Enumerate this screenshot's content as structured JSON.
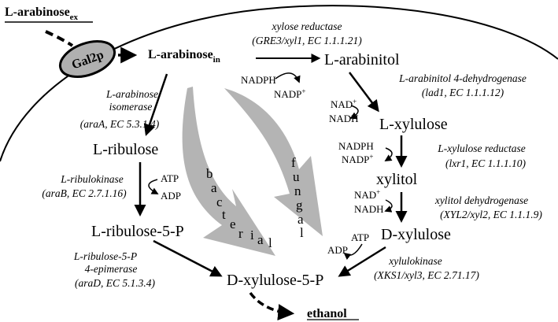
{
  "molecules": {
    "arabinose_ex": "L-arabinose",
    "arabinose_ex_sub": "ex",
    "arabinose_in": "L-arabinose",
    "arabinose_in_sub": "in",
    "ribulose": "L-ribulose",
    "ribulose5p": "L-ribulose-5-P",
    "xylulose5p": "D-xylulose-5-P",
    "arabinitol": "L-arabinitol",
    "l_xylulose": "L-xylulose",
    "xylitol": "xylitol",
    "d_xylulose": "D-xylulose",
    "ethanol": "ethanol"
  },
  "transporter": "Gal2p",
  "bacterial_enzymes": {
    "isomerase_name_1": "L-arabinose",
    "isomerase_name_2": "isomerase",
    "isomerase_code": "(araA, EC 5.3.1.4)",
    "kinase_name": "L-ribulokinase",
    "kinase_code": "(araB, EC 2.7.1.16)",
    "epimerase_name_1": "L-ribulose-5-P",
    "epimerase_name_2": "4-epimerase",
    "epimerase_code": "(araD, EC 5.1.3.4)"
  },
  "fungal_enzymes": {
    "xylose_reductase_name": "xylose reductase",
    "xylose_reductase_code": "(GRE3/xyl1, EC 1.1.1.21)",
    "arabinitol_dh_name": "L-arabinitol 4-dehydrogenase",
    "arabinitol_dh_code": "(lad1, EC 1.1.1.12)",
    "xylulose_reductase_name": "L-xylulose reductase",
    "xylulose_reductase_code": "(lxr1, EC 1.1.1.10)",
    "xylitol_dh_name": "xylitol dehydrogenase",
    "xylitol_dh_code": "(XYL2/xyl2, EC 1.1.1.9)",
    "xylulokinase_name": "xylulokinase",
    "xylulokinase_code": "(XKS1/xyl3, EC 2.71.17)"
  },
  "cofactors": {
    "nadph_1": "NADPH",
    "nadp_1": "NADP",
    "nad_1": "NAD",
    "nadh_1": "NADH",
    "nadph_2": "NADPH",
    "nadp_2": "NADP",
    "nad_2": "NAD",
    "nadh_2": "NADH",
    "atp_1": "ATP",
    "adp_1": "ADP",
    "atp_2": "ATP",
    "adp_2": "ADP",
    "plus": "+"
  },
  "pathway_labels": {
    "bacterial": [
      "b",
      "a",
      "c",
      "t",
      "e",
      "r",
      "i",
      "a",
      "l"
    ],
    "fungal": [
      "f",
      "u",
      "n",
      "g",
      "a",
      "l"
    ]
  },
  "colors": {
    "big_arrow": "#b4b4b4",
    "transporter_fill": "#b0b0b0"
  }
}
